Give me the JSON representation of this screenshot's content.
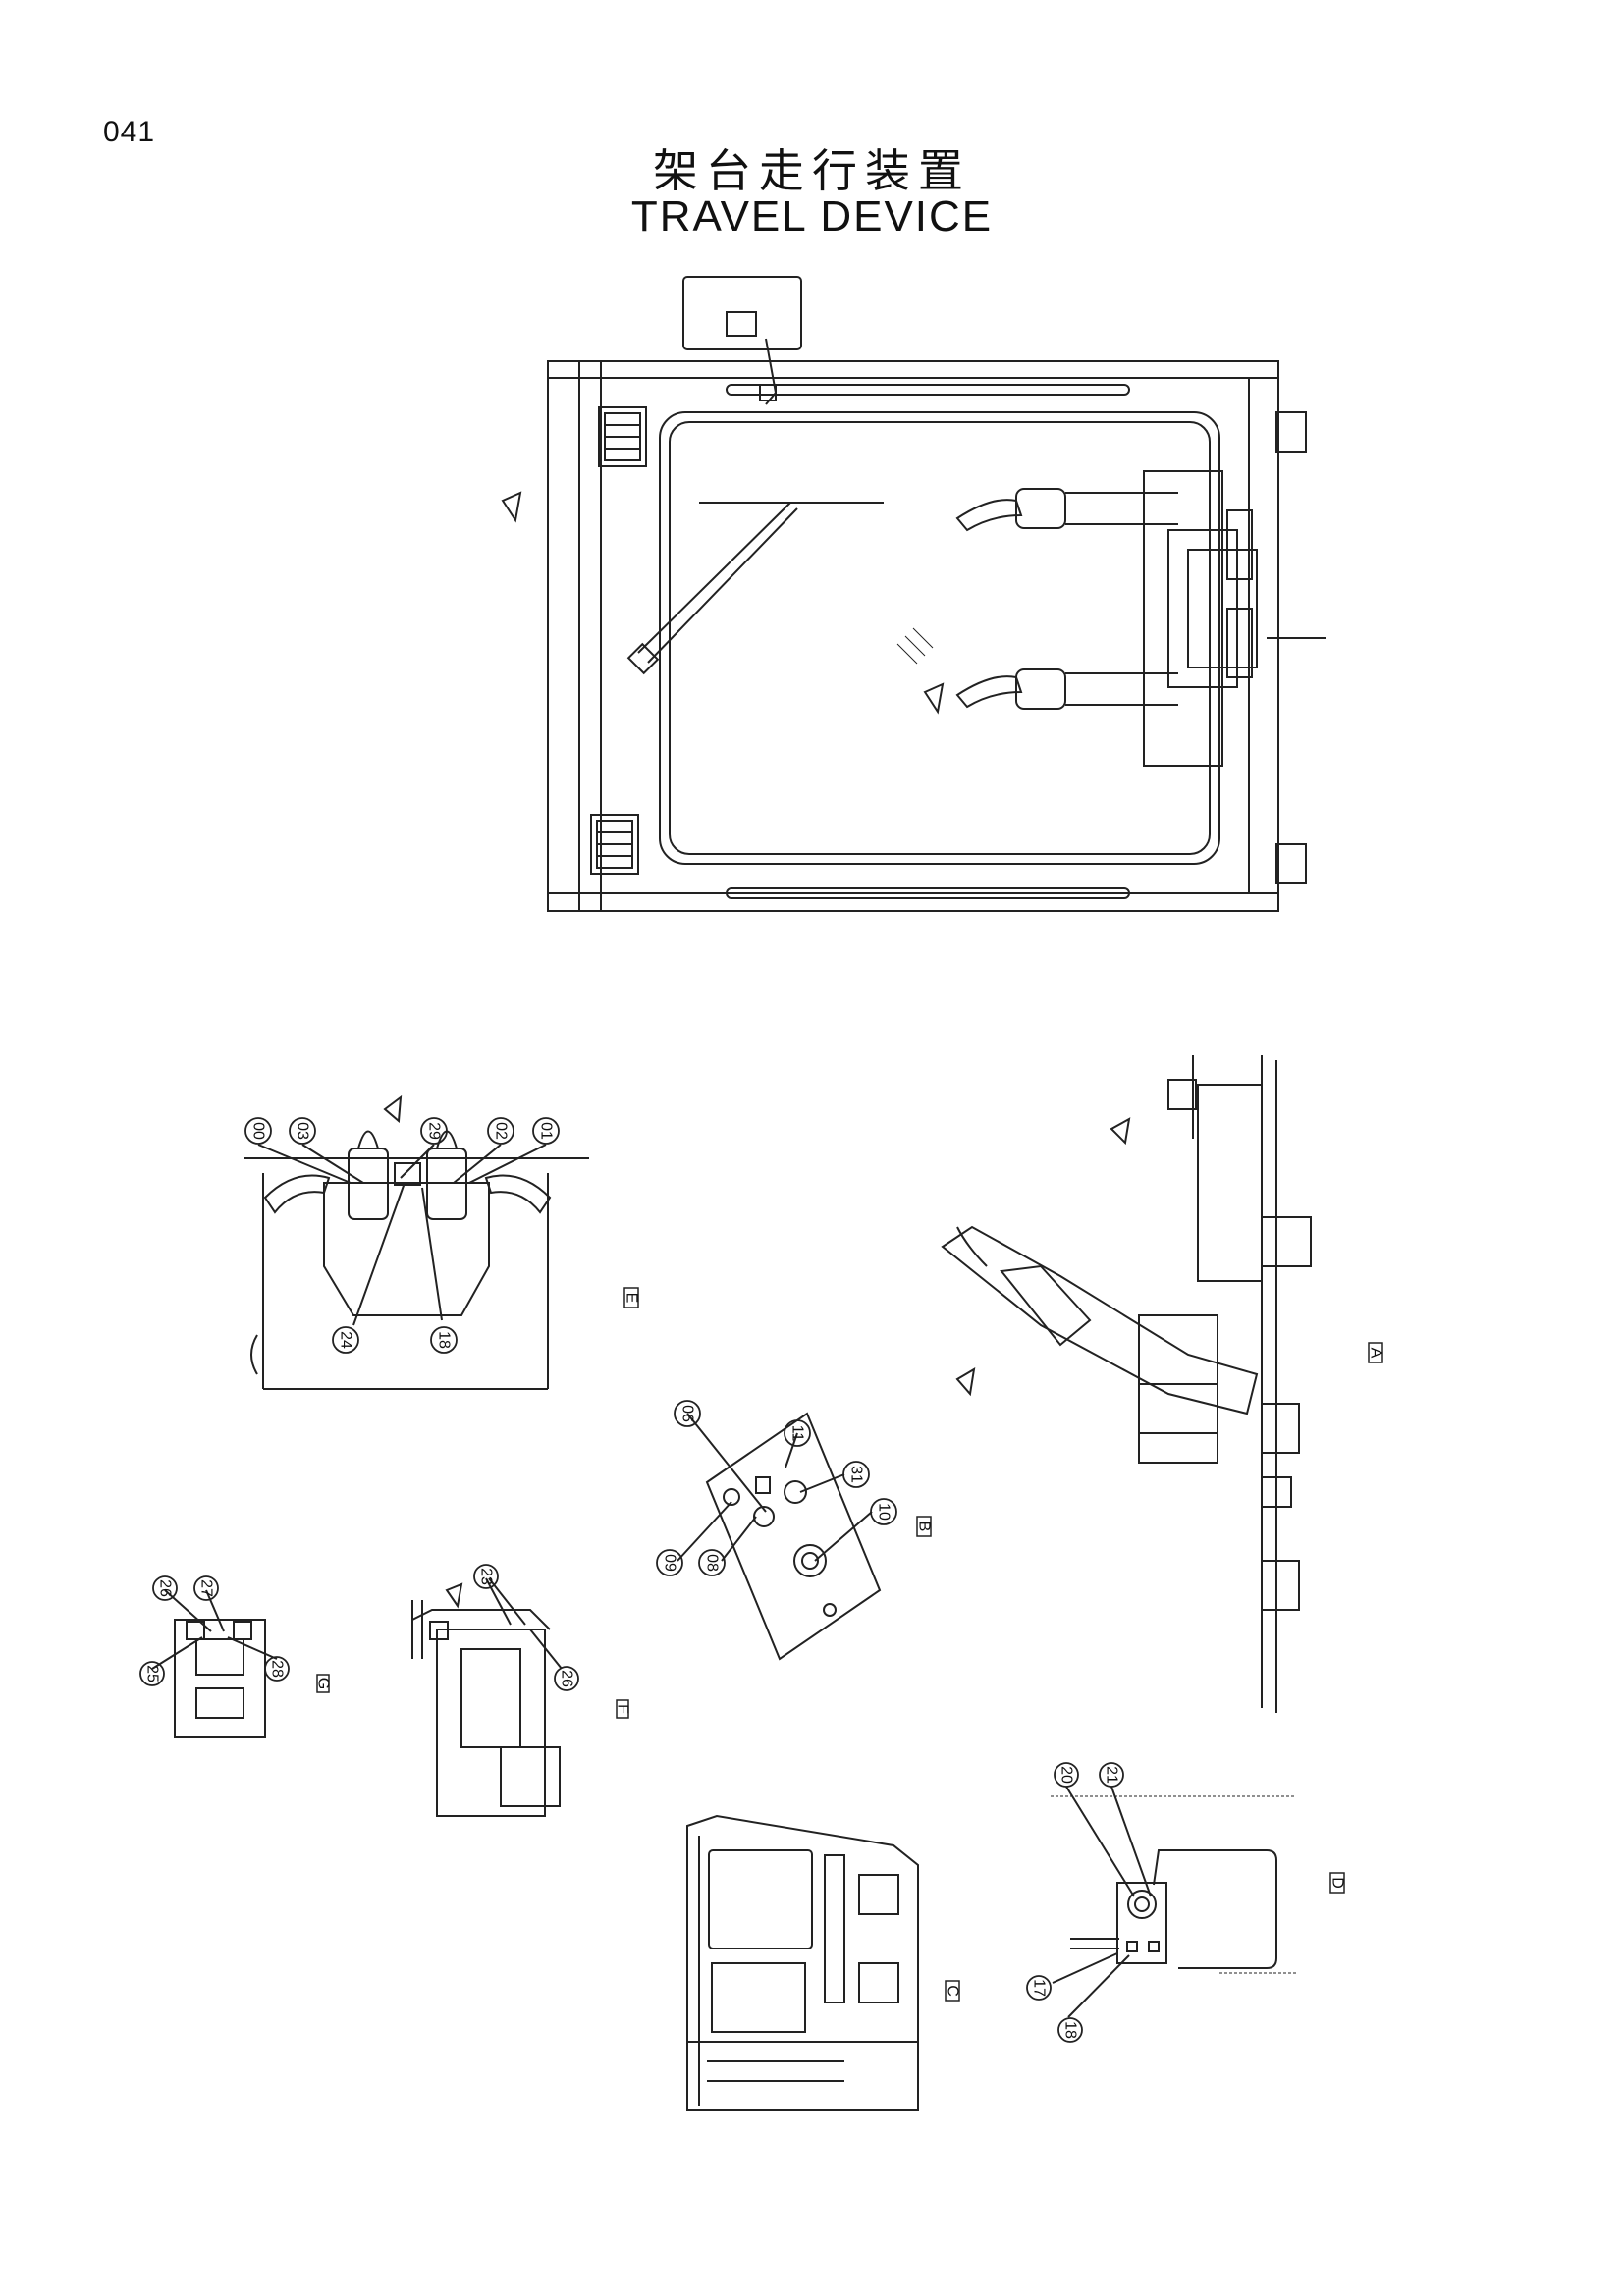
{
  "page_number": "041",
  "title_cn": "架台走行装置",
  "title_en": "TRAVEL DEVICE",
  "view_labels": {
    "A": "A",
    "B": "B",
    "C": "C",
    "D": "D",
    "E": "E",
    "F": "F",
    "G": "G"
  },
  "balloons": {
    "e01": "01",
    "e02": "02",
    "e03": "03",
    "e00": "00",
    "e29": "29",
    "e24": "24",
    "e18": "18",
    "b06": "06",
    "b11": "11",
    "b31": "31",
    "b10": "10",
    "b09": "09",
    "b08": "08",
    "g26": "26",
    "g27": "27",
    "g25": "25",
    "g28": "28",
    "f23": "23",
    "f26": "26",
    "d20": "20",
    "d21": "21",
    "d17": "17",
    "d18": "18"
  }
}
